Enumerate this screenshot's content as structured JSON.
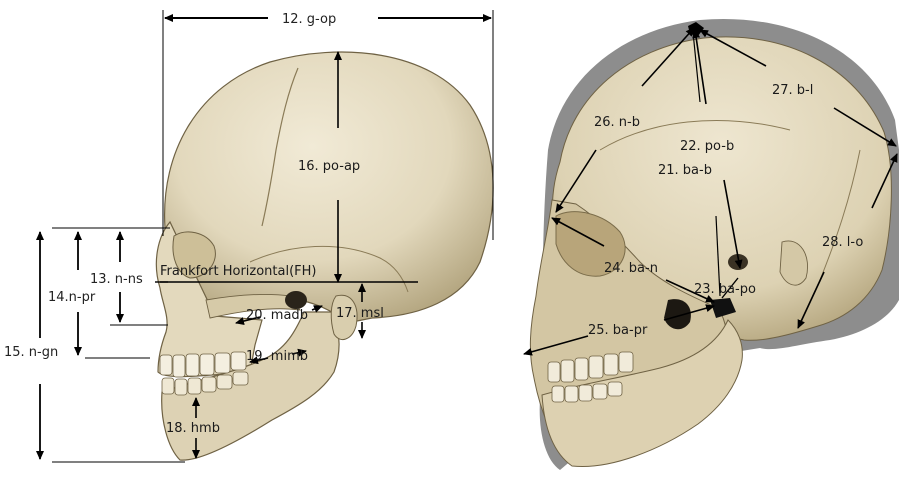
{
  "left_figure": {
    "labels": {
      "g_op": "12. g-op",
      "n_ns": "13. n-ns",
      "n_pr": "14.n-pr",
      "n_gn": "15. n-gn",
      "po_ap": "16. po-ap",
      "msl": "17. msl",
      "hmb": "18. hmb",
      "mimb": "19. mimb",
      "madb": "20. madb",
      "fh": "Frankfort Horizontal(FH)"
    }
  },
  "right_figure": {
    "labels": {
      "ba_b": "21. ba-b",
      "po_b": "22. po-b",
      "ba_po": "23. ba-po",
      "ba_n": "24. ba-n",
      "ba_pr": "25. ba-pr",
      "n_b": "26. n-b",
      "b_l": "27. b-l",
      "l_o": "28. l-o"
    }
  },
  "colors": {
    "bone": "#e8e0c8",
    "bone_shadow": "#b8ab86",
    "bone_dark": "#7a6c4a",
    "rim": "#8f8f8f",
    "arrow": "#000000"
  }
}
